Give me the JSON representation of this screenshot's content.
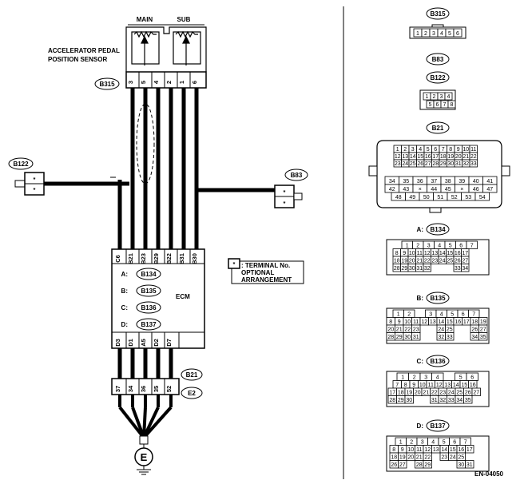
{
  "sensor": {
    "main_label": "MAIN",
    "sub_label": "SUB",
    "name_line1": "ACCELERATOR PEDAL",
    "name_line2": "POSITION SENSOR",
    "connector": "B315",
    "pins": [
      "3",
      "5",
      "4",
      "2",
      "1",
      "6"
    ]
  },
  "b122": {
    "name": "B122",
    "pins": [
      "*",
      "*"
    ]
  },
  "b83": {
    "name": "B83",
    "pins": [
      "*",
      "*"
    ]
  },
  "ecm": {
    "label": "ECM",
    "top_pins": [
      "C6",
      "B21",
      "B23",
      "B29",
      "B22",
      "B31",
      "B30"
    ],
    "bottom_pins": [
      "D3",
      "D1",
      "A5",
      "D2",
      "D7",
      ""
    ],
    "connectors": [
      {
        "prefix": "A:",
        "name": "B134"
      },
      {
        "prefix": "B:",
        "name": "B135"
      },
      {
        "prefix": "C:",
        "name": "B136"
      },
      {
        "prefix": "D:",
        "name": "B137"
      }
    ]
  },
  "legend": {
    "symbol": "*",
    "line1": ": TERMINAL No.",
    "line2": "OPTIONAL",
    "line3": "ARRANGEMENT"
  },
  "joint": {
    "conn1": "B21",
    "conn2": "E2",
    "pins": [
      "37",
      "34",
      "36",
      "35",
      "52"
    ]
  },
  "ground": {
    "label": "E"
  },
  "right": {
    "b315": {
      "name": "B315",
      "rows": [
        [
          "1",
          "2",
          "3",
          "4",
          "5",
          "6"
        ]
      ]
    },
    "b83_label": "B83",
    "b122": {
      "name": "B122",
      "rows": [
        [
          "1",
          "2",
          "3",
          "4"
        ],
        [
          "5",
          "6",
          "7",
          "8"
        ]
      ]
    },
    "b21": {
      "name": "B21",
      "rows": [
        [
          "1",
          "2",
          "3",
          "4",
          "5",
          "6",
          "7",
          "8",
          "9",
          "10",
          "11"
        ],
        [
          "12",
          "13",
          "14",
          "15",
          "16",
          "17",
          "18",
          "19",
          "20",
          "21",
          "22"
        ],
        [
          "23",
          "24",
          "25",
          "26",
          "27",
          "28",
          "29",
          "30",
          "31",
          "32",
          "33"
        ],
        [
          "34",
          "35",
          "36",
          "37",
          "38",
          "39",
          "40",
          "41"
        ],
        [
          "42",
          "43",
          "×",
          "44",
          "45",
          "×",
          "46",
          "47"
        ],
        [
          "48",
          "49",
          "50",
          "51",
          "52",
          "53",
          "54"
        ]
      ]
    },
    "b134": {
      "prefix": "A:",
      "name": "B134",
      "rows": [
        [
          "1",
          "2",
          "3",
          "4",
          "5",
          "6",
          "7"
        ],
        [
          "8",
          "9",
          "10",
          "11",
          "12",
          "13",
          "14",
          "15",
          "16",
          "17"
        ],
        [
          "18",
          "19",
          "20",
          "21",
          "22",
          "23",
          "24",
          "25",
          "26",
          "27"
        ],
        [
          "28",
          "29",
          "30",
          "31",
          "32",
          "33",
          "34"
        ]
      ]
    },
    "b135": {
      "prefix": "B:",
      "name": "B135",
      "rows": [
        [
          "1",
          "2",
          "3",
          "4",
          "5",
          "6",
          "7"
        ],
        [
          "8",
          "9",
          "10",
          "11",
          "12",
          "13",
          "14",
          "15",
          "16",
          "17",
          "18",
          "19"
        ],
        [
          "20",
          "21",
          "22",
          "23",
          "24",
          "25",
          "26",
          "27"
        ],
        [
          "28",
          "29",
          "30",
          "31",
          "32",
          "33",
          "34",
          "35"
        ]
      ]
    },
    "b136": {
      "prefix": "C:",
      "name": "B136",
      "rows": [
        [
          "1",
          "2",
          "3",
          "4",
          "5",
          "6"
        ],
        [
          "7",
          "8",
          "9",
          "10",
          "11",
          "12",
          "13",
          "14",
          "15",
          "16"
        ],
        [
          "17",
          "18",
          "19",
          "20",
          "21",
          "22",
          "23",
          "24",
          "25",
          "26",
          "27"
        ],
        [
          "28",
          "29",
          "30",
          "31",
          "32",
          "33",
          "34",
          "35"
        ]
      ]
    },
    "b137": {
      "prefix": "D:",
      "name": "B137",
      "rows": [
        [
          "1",
          "2",
          "3",
          "4",
          "5",
          "6",
          "7"
        ],
        [
          "8",
          "9",
          "10",
          "11",
          "12",
          "13",
          "14",
          "15",
          "16",
          "17"
        ],
        [
          "18",
          "19",
          "20",
          "21",
          "22",
          "23",
          "24",
          "25"
        ],
        [
          "26",
          "27",
          "28",
          "29",
          "30",
          "31"
        ]
      ]
    },
    "footer": "EN-04050"
  }
}
